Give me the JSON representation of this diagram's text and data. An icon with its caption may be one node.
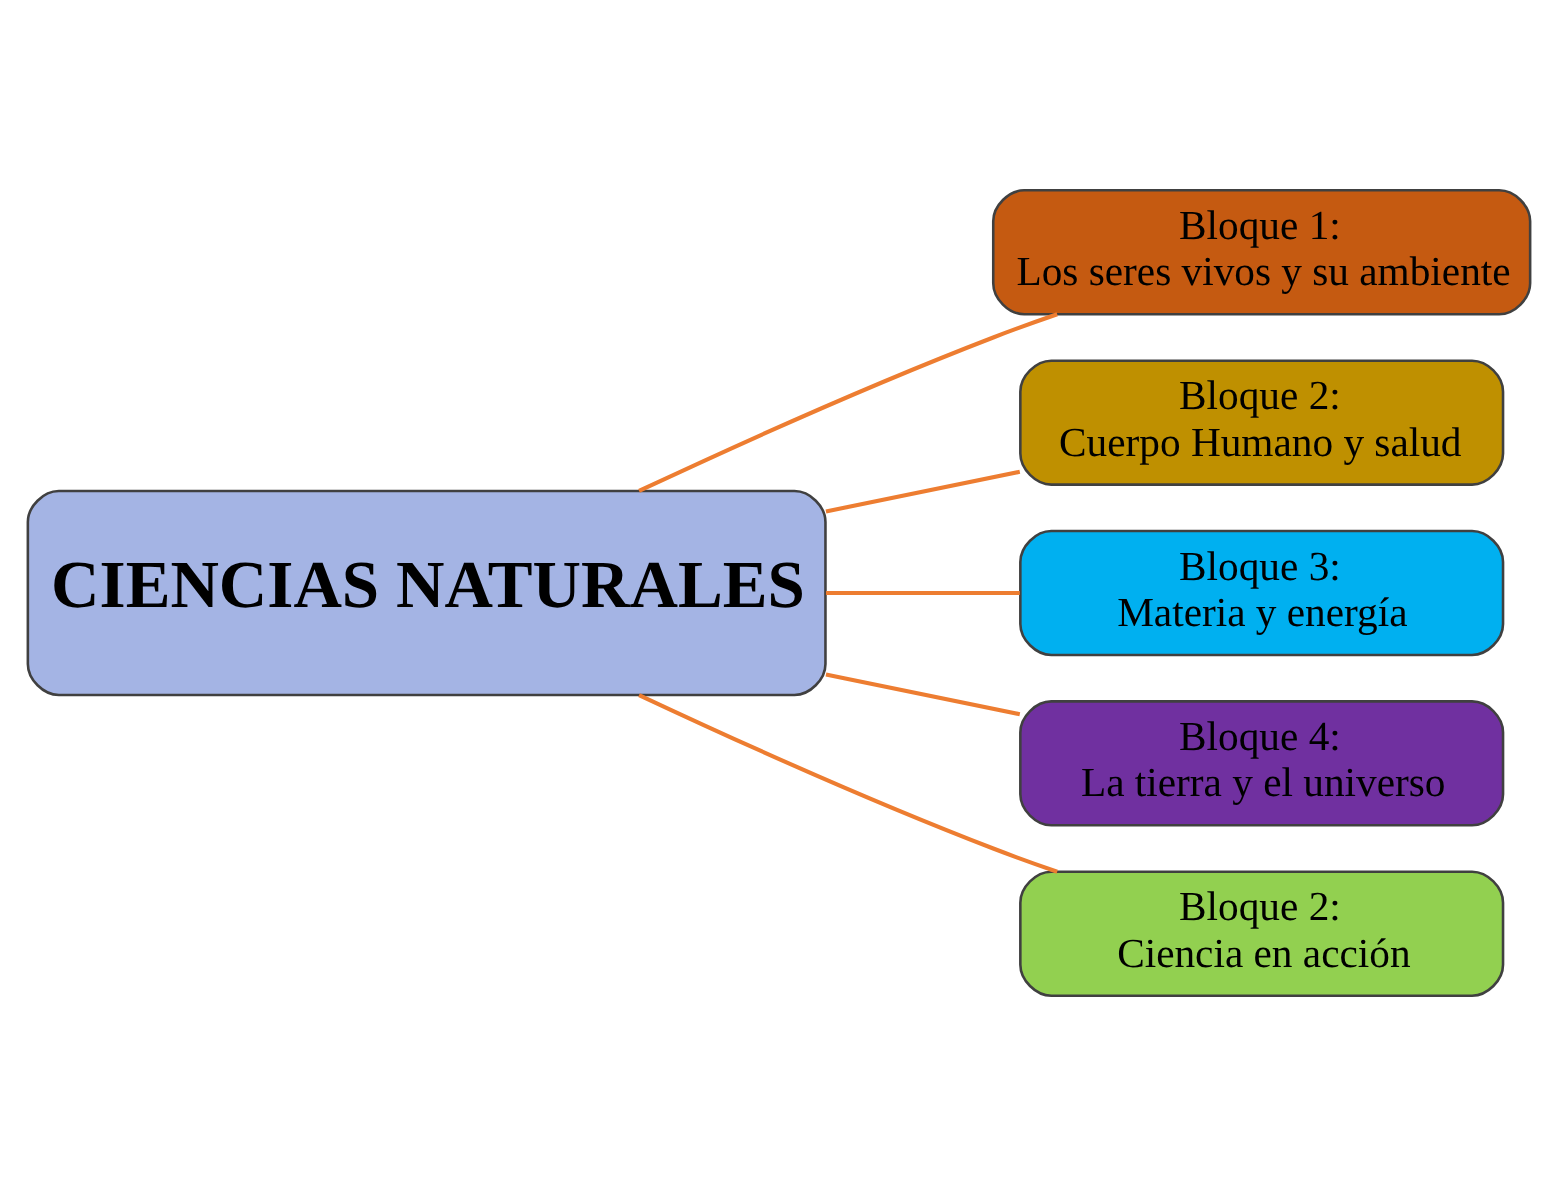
{
  "diagram": {
    "nodes": [
      {
        "text": [
          "CIENCIAS NATURALES"
        ]
      },
      {
        "text": [
          "Bloque 1:",
          "Los seres vivos y su ambiente"
        ]
      },
      {
        "text": [
          "Bloque 2:",
          "Cuerpo Humano y salud"
        ]
      },
      {
        "text": [
          "Bloque 3:",
          "Materia y energía"
        ]
      },
      {
        "text": [
          "Bloque 4:",
          "La tierra y el universo"
        ]
      },
      {
        "text": [
          "Bloque 2:",
          "Ciencia en acción"
        ]
      }
    ],
    "edges": [
      {
        "from": 0,
        "to": 1,
        "arrow": "none"
      },
      {
        "from": 0,
        "to": 2,
        "arrow": "none"
      },
      {
        "from": 0,
        "to": 3,
        "arrow": "none"
      },
      {
        "from": 0,
        "to": 4,
        "arrow": "none"
      },
      {
        "from": 0,
        "to": 5,
        "arrow": "none"
      }
    ]
  }
}
